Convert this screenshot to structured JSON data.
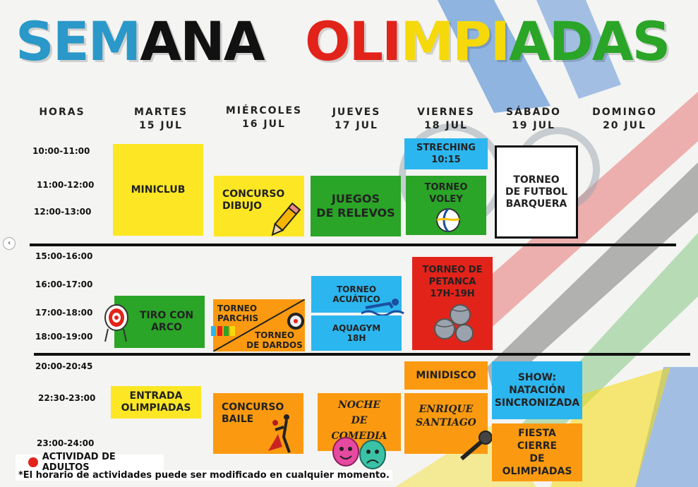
{
  "title": {
    "part1": "SEM",
    "part2": "ANA",
    "part3_o": "O",
    "part3_l": "L",
    "part3_i": "I",
    "part4": "MPI",
    "part5": "ADAS"
  },
  "headers": {
    "horas": "HORAS",
    "tue_day": "MARTES",
    "tue_date": "15 JUL",
    "wed_day": "MIÉRCOLES",
    "wed_date": "16 JUL",
    "thu_day": "JUEVES",
    "thu_date": "17 JUL",
    "fri_day": "VIERNES",
    "fri_date": "18 JUL",
    "sat_day": "SÁBADO",
    "sat_date": "19 JUL",
    "sun_day": "DOMINGO",
    "sun_date": "20 JUL"
  },
  "times": {
    "t1": "10:00-11:00",
    "t2": "11:00-12:00",
    "t3": "12:00-13:00",
    "t4": "15:00-16:00",
    "t5": "16:00-17:00",
    "t6": "17:00-18:00",
    "t7": "18:00-19:00",
    "t8": "20:00-20:45",
    "t9": "22:30-23:00",
    "t10": "23:00-24:00"
  },
  "morning": {
    "miniclub": "MINICLUB",
    "concurso_dibujo_1": "CONCURSO",
    "concurso_dibujo_2": "DIBUJO",
    "juegos_1": "JUEGOS",
    "juegos_2": "DE RELEVOS",
    "streching_1": "STRECHING",
    "streching_2": "10:15",
    "voley_1": "TORNEO",
    "voley_2": "VOLEY",
    "futbol_1": "TORNEO",
    "futbol_2": "DE FUTBOL",
    "futbol_3": "BARQUERA"
  },
  "afternoon": {
    "tiro_1": "TIRO CON",
    "tiro_2": "ARCO",
    "parchis_1": "TORNEO",
    "parchis_2": "PARCHIS",
    "dardos_1": "TORNEO",
    "dardos_2": "DE DARDOS",
    "acuatico_1": "TORNEO",
    "acuatico_2": "ACUÁTICO",
    "aquagym_1": "AQUAGYM",
    "aquagym_2": "18H",
    "petanca_1": "TORNEO DE",
    "petanca_2": "PETANCA",
    "petanca_3": "17H-19H"
  },
  "evening": {
    "entrada_1": "ENTRADA",
    "entrada_2": "OLIMPIADAS",
    "baile_1": "CONCURSO",
    "baile_2": "BAILE",
    "comedia_1": "NOCHE",
    "comedia_2": "DE",
    "comedia_3": "COMEDIA",
    "minidisco": "MINIDISCO",
    "enrique_1": "ENRIQUE",
    "enrique_2": "SANTIAGO",
    "show_1": "SHOW:",
    "show_2": "NATACIÓN",
    "show_3": "SINCRONIZADA",
    "fiesta_1": "FIESTA",
    "fiesta_2": "CIERRE",
    "fiesta_3": "DE",
    "fiesta_4": "OLIMPIADAS"
  },
  "legend": {
    "adult": "ACTIVIDAD DE ADULTOS",
    "note": "*El horario de actividades puede ser modificado en cualquier momento."
  },
  "colors": {
    "blue_title": "#2a98c8",
    "black_title": "#111111",
    "red_title": "#e2231a",
    "yellow_title": "#f5d90a",
    "green_title": "#2aa527",
    "yellow": "#fde724",
    "green": "#2aa527",
    "blue": "#2cb6ef",
    "orange": "#fb9a10",
    "red": "#e2231a"
  }
}
